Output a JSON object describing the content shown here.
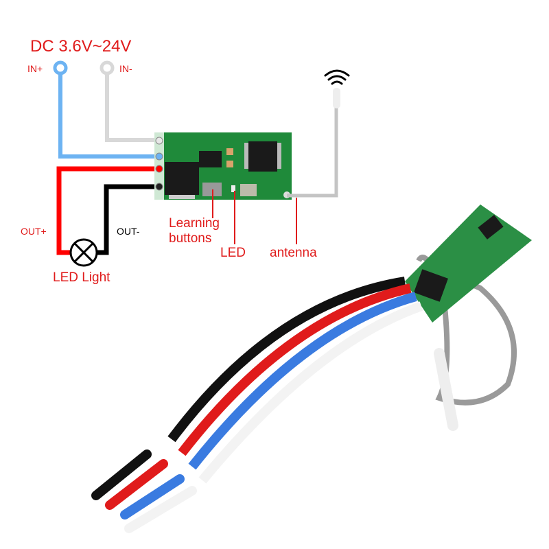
{
  "title": "DC 3.6V~24V",
  "labels": {
    "in_plus": "IN+",
    "in_minus": "IN-",
    "out_plus": "OUT+",
    "out_minus": "OUT-",
    "learning": "Learning",
    "buttons": "buttons",
    "led": "LED",
    "antenna": "antenna",
    "led_light": "LED Light"
  },
  "icons": [
    "wifi-signal-icon",
    "lamp-icon"
  ],
  "colors": {
    "label_red": "#e01b1b",
    "wire_blue": "#6db3f2",
    "wire_gray": "#d8d8d8",
    "wire_red": "#ff0000",
    "wire_black": "#000000",
    "pcb_green": "#1f8a3a"
  }
}
